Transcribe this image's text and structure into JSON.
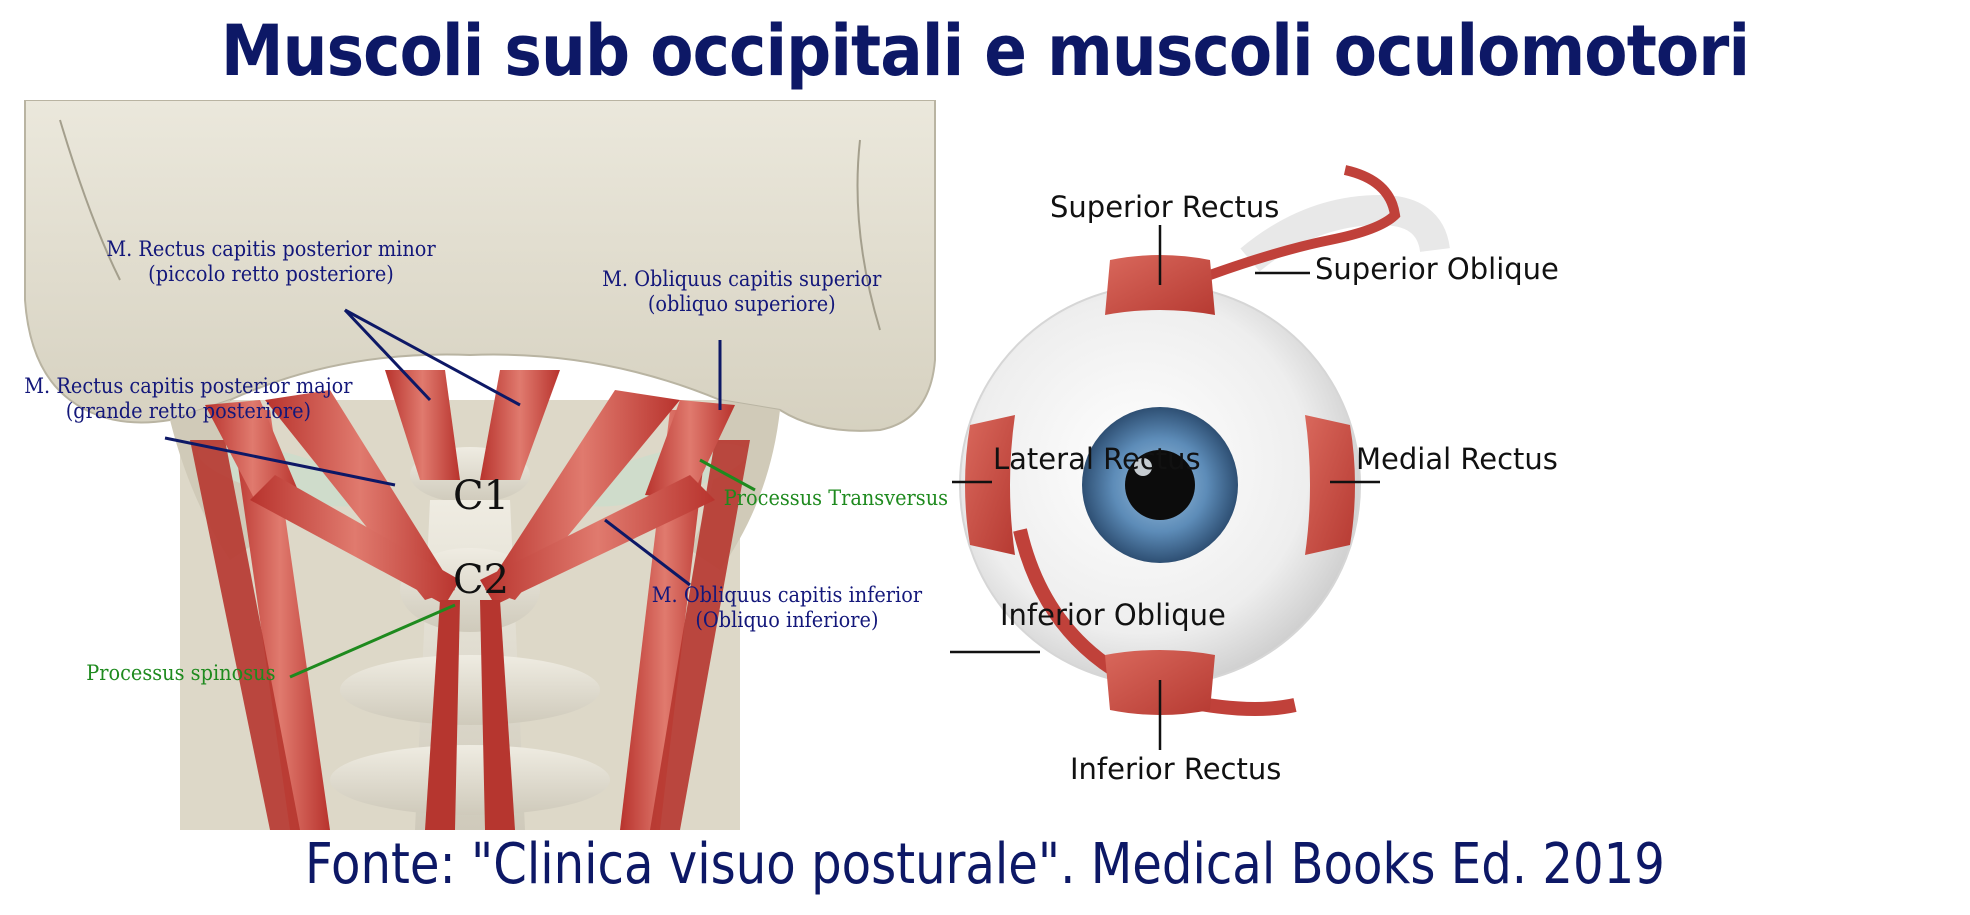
{
  "title": "Muscoli sub occipitali e muscoli oculomotori",
  "source": "Fonte: \"Clinica visuo posturale\". Medical Books Ed. 2019",
  "neck": {
    "vertebrae": {
      "c1": "C1",
      "c2": "C2"
    },
    "labels": {
      "rectus_minor_1": "M. Rectus capitis posterior minor",
      "rectus_minor_2": "(piccolo retto posteriore)",
      "obliquus_sup_1": "M. Obliquus capitis superior",
      "obliquus_sup_2": "(obliquo superiore)",
      "rectus_major_1": "M. Rectus capitis posterior major",
      "rectus_major_2": "(grande retto posteriore)",
      "transversus": "Processus Transversus",
      "obliquus_inf_1": "M. Obliquus capitis inferior",
      "obliquus_inf_2": "(Obliquo inferiore)",
      "spinosus": "Processus spinosus"
    }
  },
  "eye": {
    "labels": {
      "superior_rectus": "Superior Rectus",
      "superior_oblique": "Superior Oblique",
      "lateral_rectus": "Lateral Rectus",
      "medial_rectus": "Medial Rectus",
      "inferior_oblique": "Inferior Oblique",
      "inferior_rectus": "Inferior Rectus"
    }
  },
  "colors": {
    "title": "#0d1866",
    "neck_label": "#13177a",
    "green_label": "#1e8a1e",
    "muscle": "#c8433c",
    "bone": "#e6e2d4"
  }
}
